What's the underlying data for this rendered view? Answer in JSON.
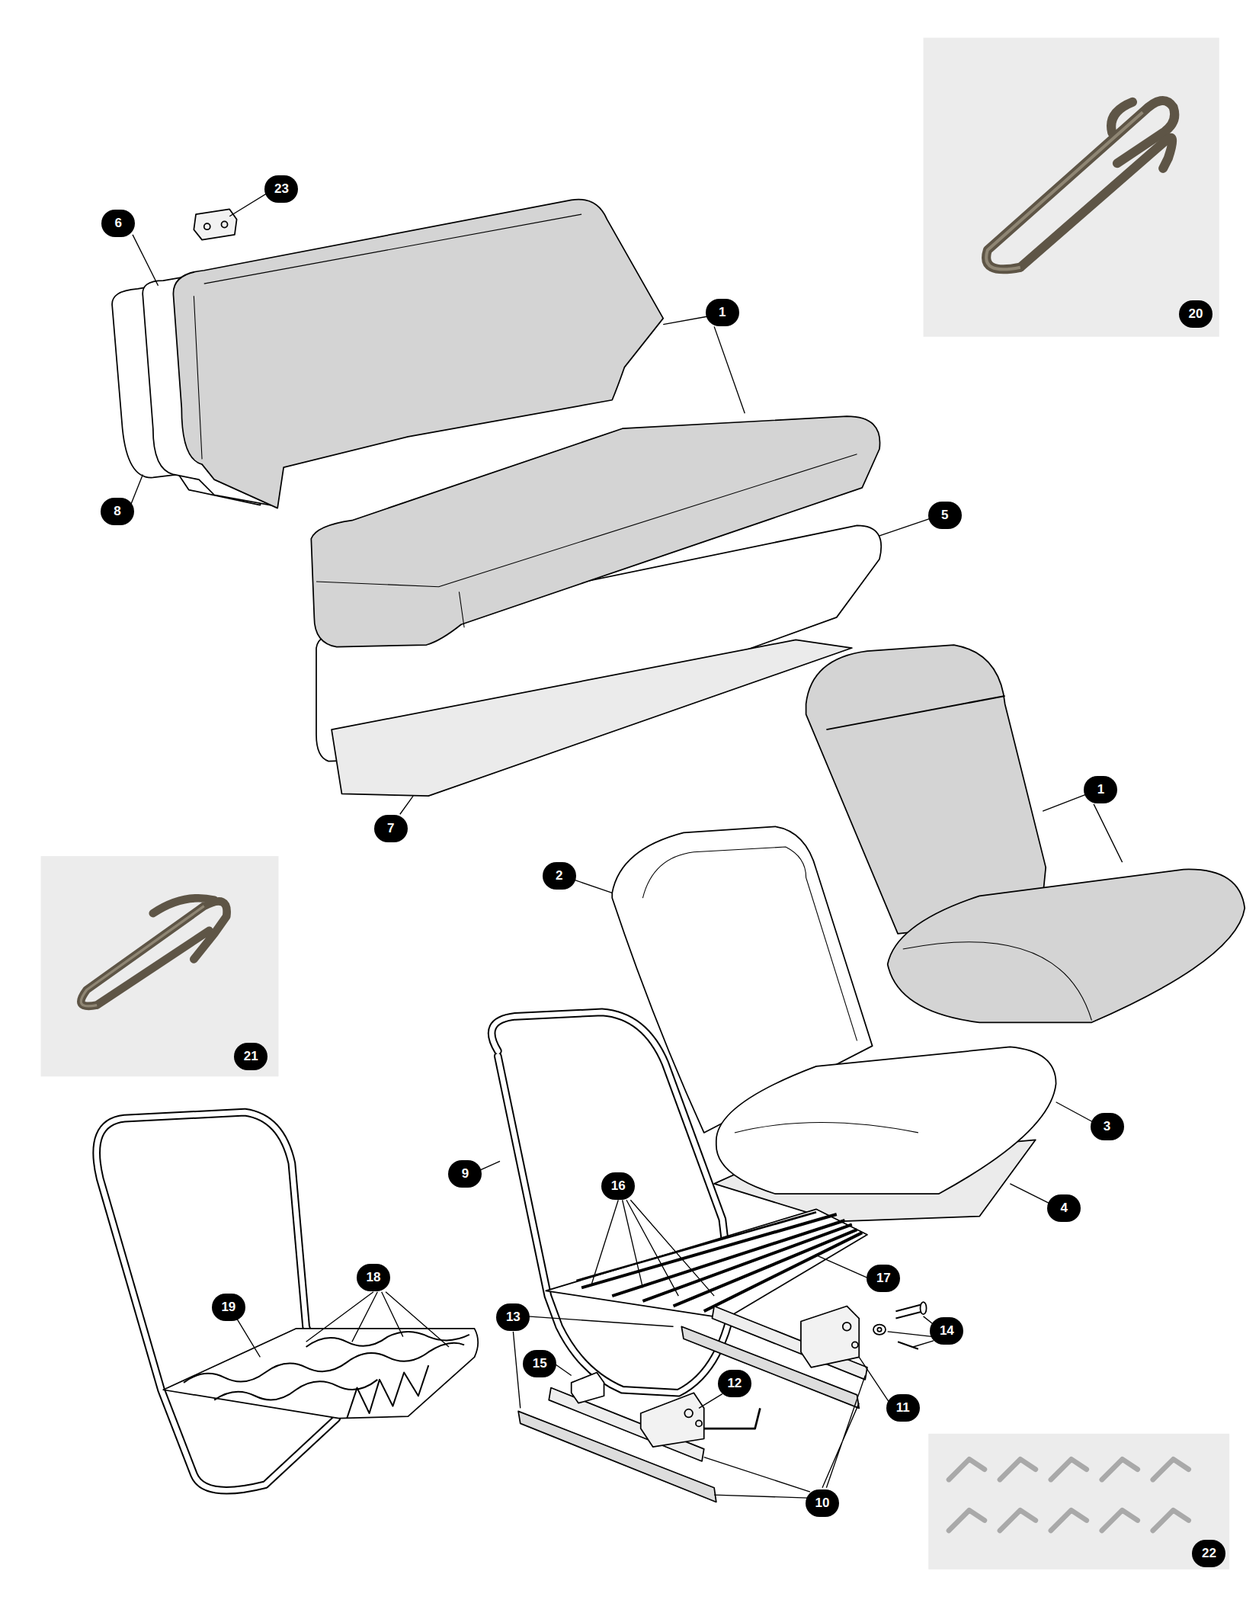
{
  "diagram": {
    "labels": [
      "23",
      "6",
      "1",
      "20",
      "8",
      "5",
      "1",
      "7",
      "2",
      "21",
      "3",
      "4",
      "9",
      "16",
      "17",
      "18",
      "19",
      "14",
      "13",
      "15",
      "12",
      "11",
      "10",
      "22"
    ]
  }
}
